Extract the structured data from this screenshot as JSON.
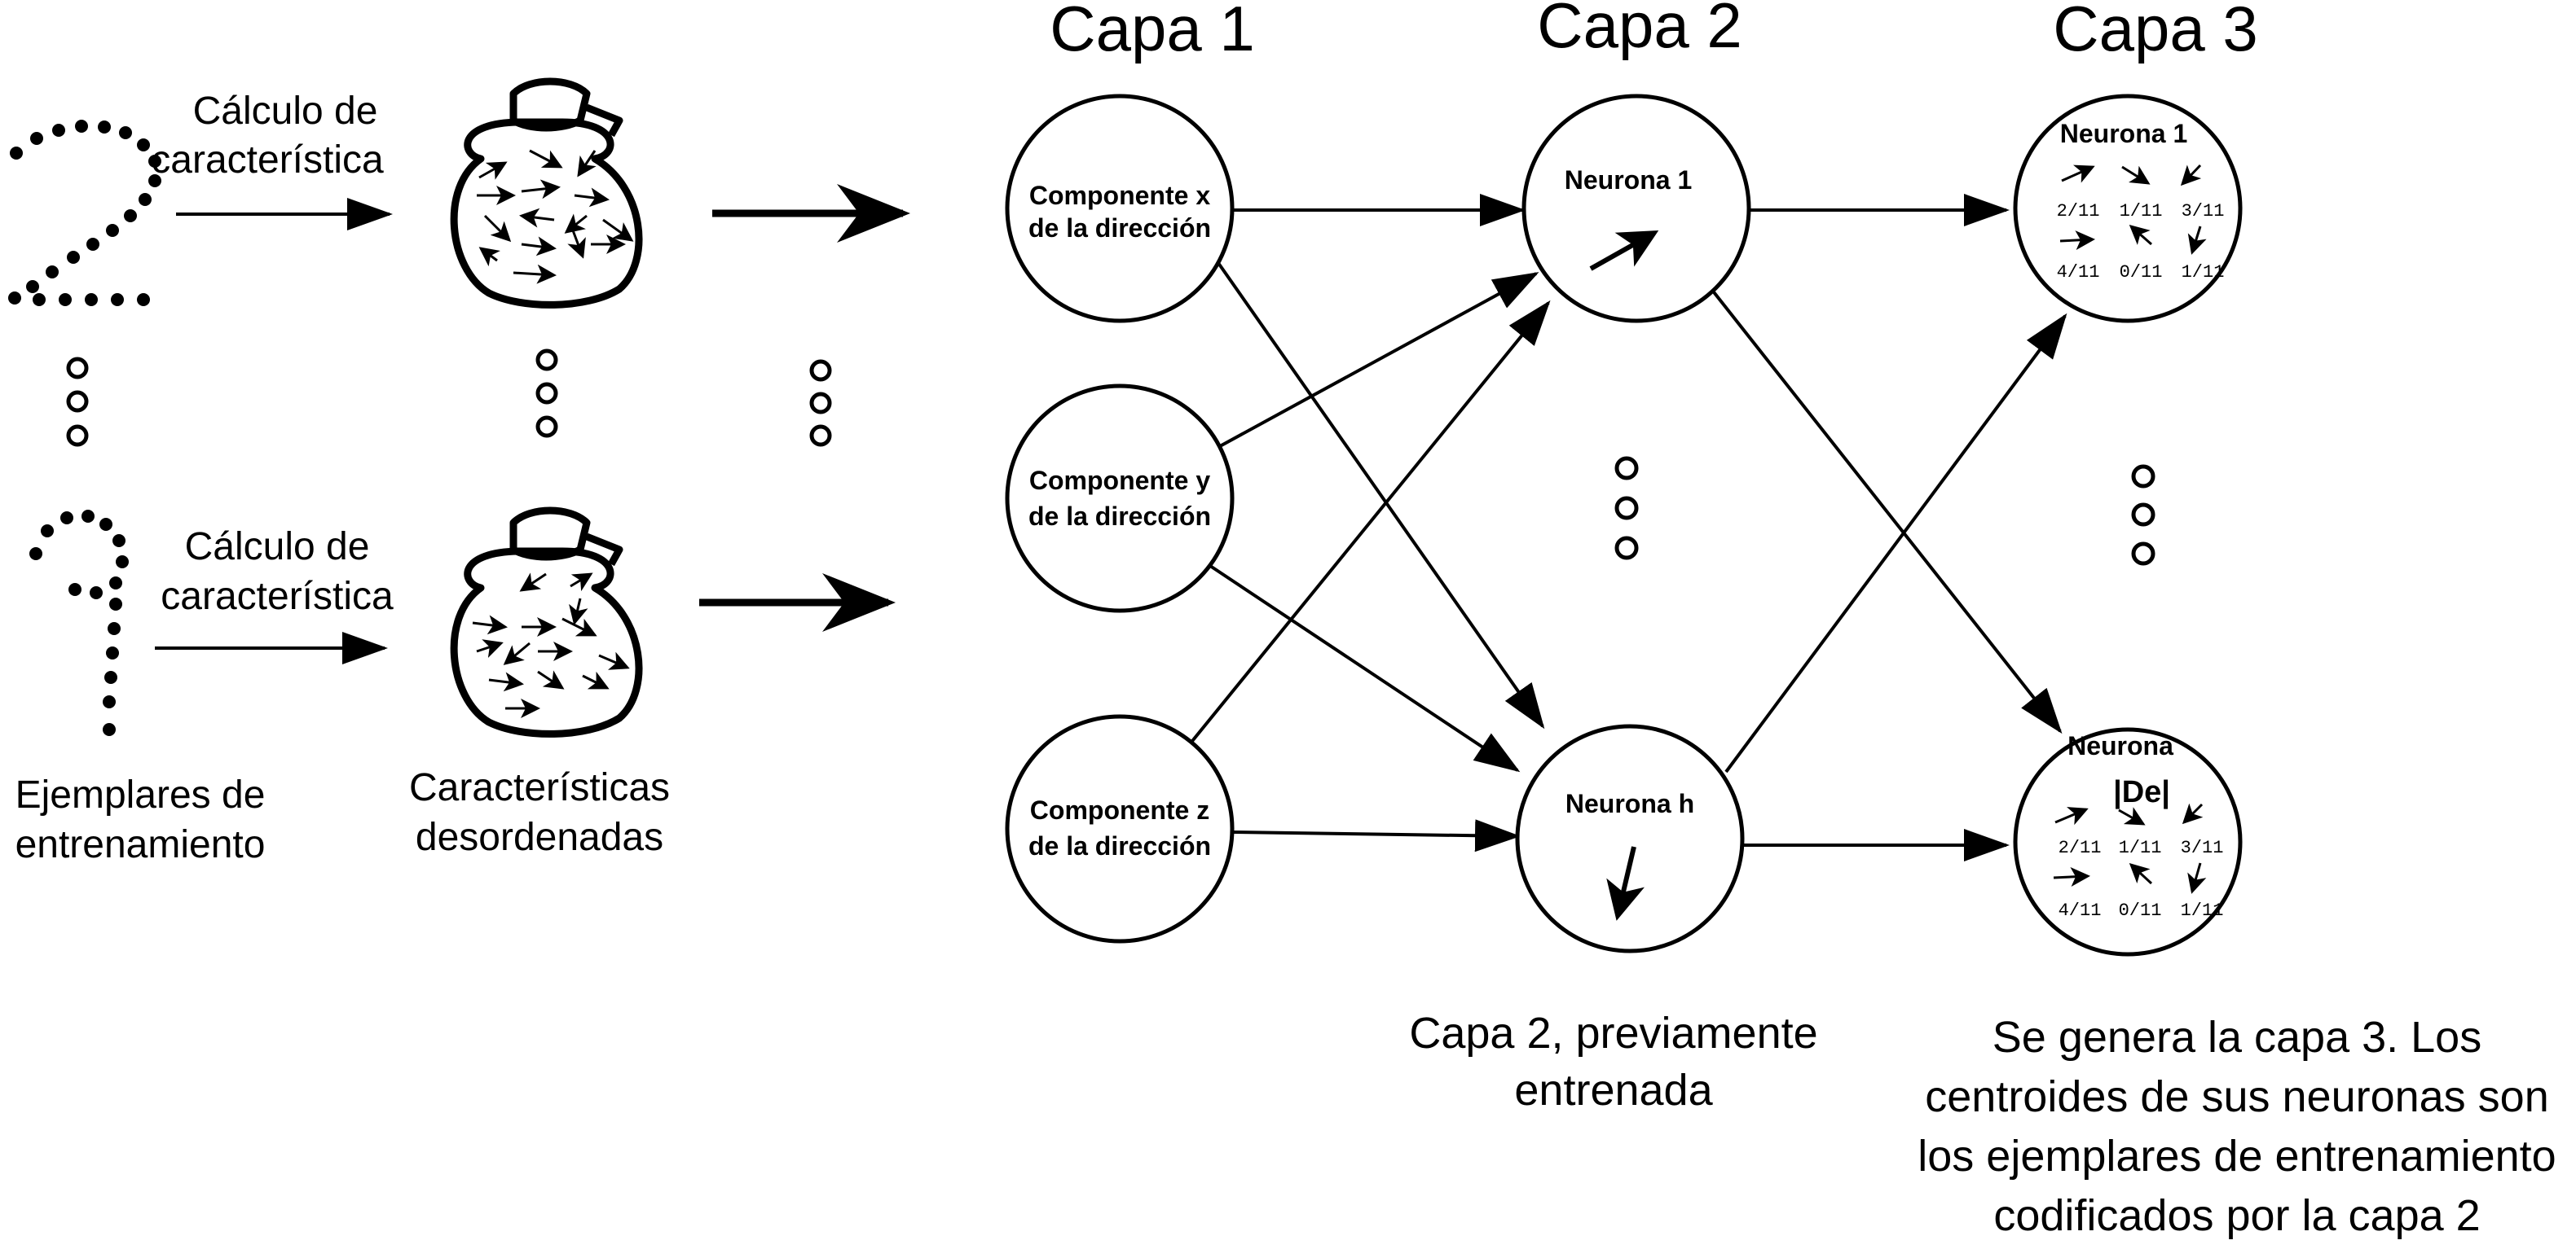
{
  "layers": {
    "layer1_title": "Capa 1",
    "layer2_title": "Capa 2",
    "layer3_title": "Capa 3"
  },
  "left": {
    "feature_calc_line1": "Cálculo de",
    "feature_calc_line2": "característica",
    "examples_line1": "Ejemplares de",
    "examples_line2": "entrenamiento",
    "unordered_line1": "Características",
    "unordered_line2": "desordenadas"
  },
  "layer1": {
    "node_x_line1": "Componente x",
    "node_x_line2": "de la dirección",
    "node_y_line1": "Componente y",
    "node_y_line2": "de la dirección",
    "node_z_line1": "Componente z",
    "node_z_line2": "de la dirección"
  },
  "layer2": {
    "neuron1": "Neurona  1",
    "neuronh": "Neurona  h",
    "caption_line1": "Capa 2, previamente",
    "caption_line2": "entrenada"
  },
  "layer3": {
    "neuron1": "Neurona  1",
    "neuronDe_line1": "Neurona",
    "neuronDe_line2": "|De|",
    "top_row": [
      "2/11",
      "1/11",
      "3/11"
    ],
    "bottom_row": [
      "4/11",
      "0/11",
      "1/11"
    ],
    "caption_line1": "Se genera la capa 3. Los",
    "caption_line2": "centroides de sus neuronas son",
    "caption_line3": "los ejemplares de entrenamiento",
    "caption_line4": "codificados por la capa 2"
  }
}
